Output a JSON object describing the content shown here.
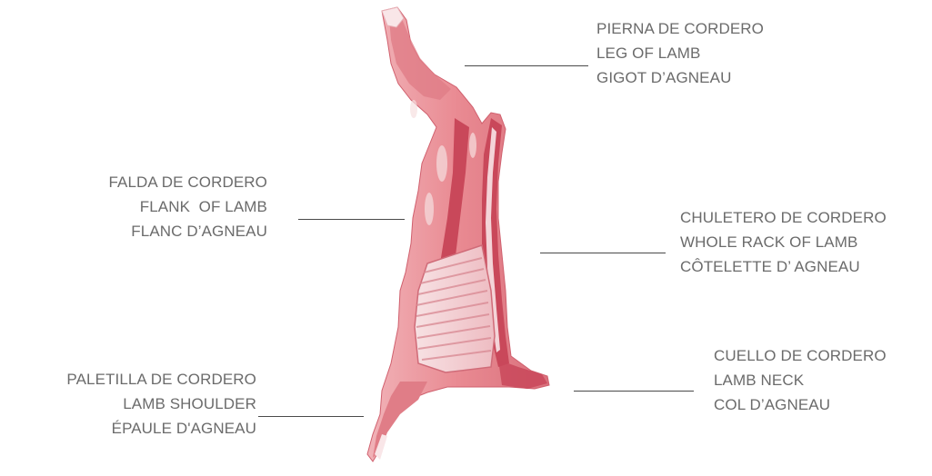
{
  "labels": {
    "leg": {
      "es": "PIERNA DE CORDERO",
      "en": "LEG OF LAMB",
      "fr": "GIGOT D’AGNEAU"
    },
    "flank": {
      "es": "FALDA DE CORDERO",
      "en": "FLANK  OF LAMB",
      "fr": "FLANC D’AGNEAU"
    },
    "rack": {
      "es": "CHULETERO DE CORDERO",
      "en": "WHOLE RACK OF LAMB",
      "fr": "CÔTELETTE D’ AGNEAU"
    },
    "neck": {
      "es": "CUELLO DE CORDERO",
      "en": "LAMB NECK",
      "fr": "COL D’AGNEAU"
    },
    "shoulder": {
      "es": "PALETILLA DE CORDERO",
      "en": "LAMB SHOULDER",
      "fr": "ÉPAULE D'AGNEAU"
    }
  },
  "colors": {
    "text": "#6b6b6b",
    "leader": "#4a4a4a",
    "meat": "#e98a92",
    "meat_dark": "#c9485a",
    "fat": "#f6dfe0",
    "bone": "#fbeff0"
  }
}
